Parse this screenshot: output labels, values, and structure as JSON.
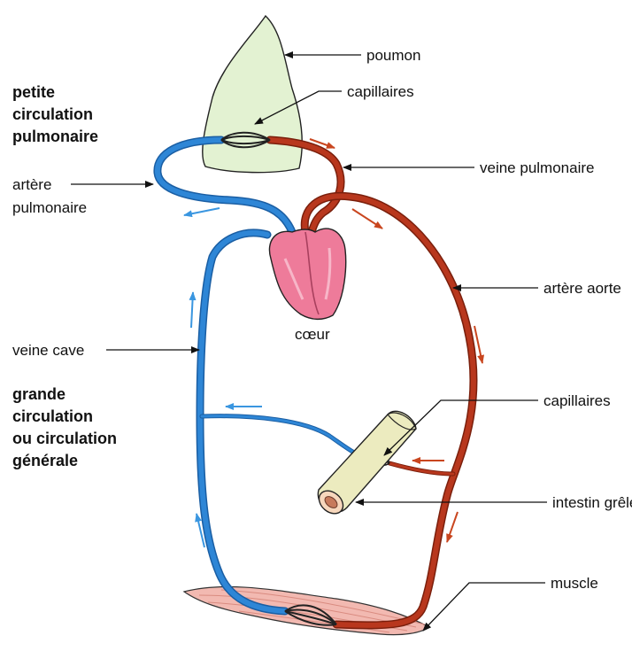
{
  "colors": {
    "venous_blood": "#2e86d6",
    "arterial_blood": "#b8371d",
    "lung_fill": "#e3f2d2",
    "heart_fill": "#ee7b9a",
    "intestine_fill": "#ecebbf",
    "muscle_fill": "#f2b9b1"
  },
  "labels": {
    "poumon": "poumon",
    "capillaires_top": "capillaires",
    "petite_circulation": [
      "petite",
      "circulation",
      "pulmonaire"
    ],
    "veine_pulmonaire": "veine pulmonaire",
    "artere_pulmonaire": [
      "artère",
      "pulmonaire"
    ],
    "artere_aorte": "artère aorte",
    "coeur": "cœur",
    "veine_cave": "veine cave",
    "grande_circulation": [
      "grande",
      "circulation",
      "ou circulation",
      "générale"
    ],
    "capillaires_bottom": "capillaires",
    "intestin_grele": "intestin grêle",
    "muscle": "muscle"
  }
}
